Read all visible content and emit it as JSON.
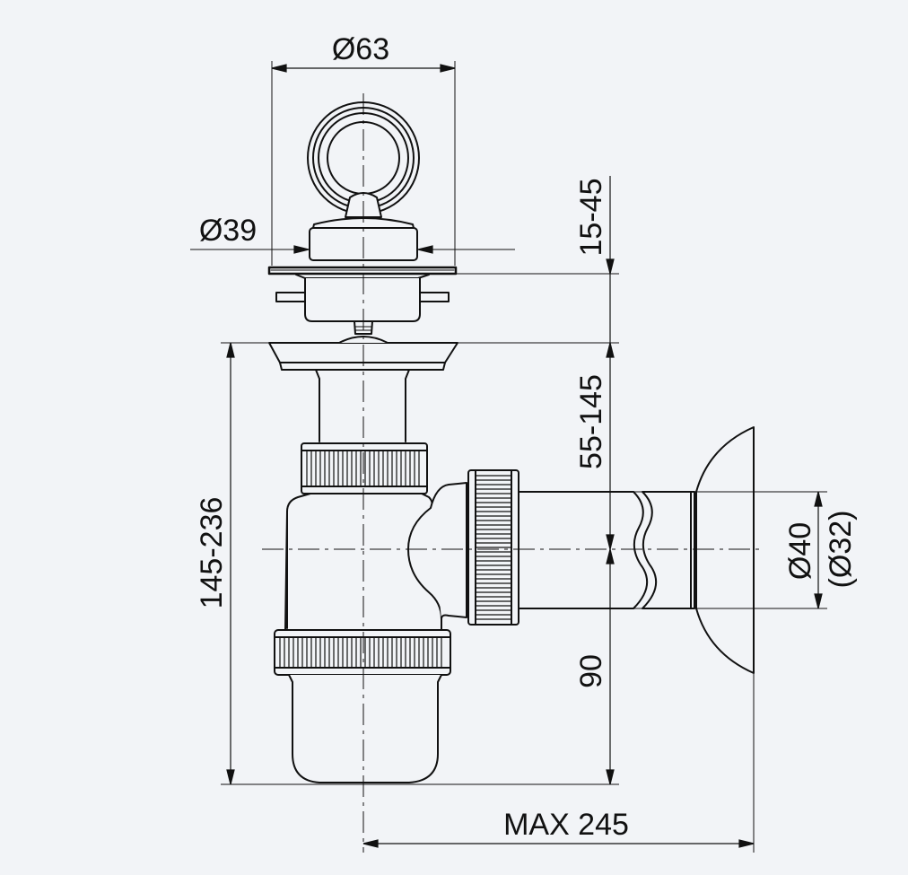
{
  "colors": {
    "background": "#f2f4f7",
    "stroke": "#111111"
  },
  "dimensions": {
    "top_diameter": "Ø63",
    "plug_diameter": "Ø39",
    "plug_height": "15-45",
    "inlet_height": "55-145",
    "total_height": "145-236",
    "outlet_height": "90",
    "outlet_diameter": "Ø40",
    "outlet_diameter_alt": "(Ø32)",
    "max_length": "MAX 245"
  }
}
